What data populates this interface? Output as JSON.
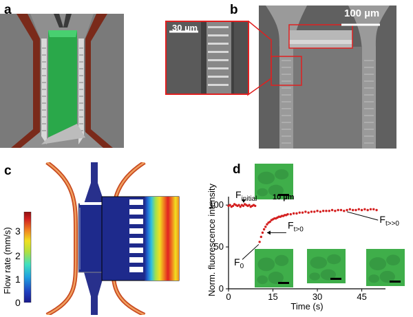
{
  "panel_labels": {
    "a": "a",
    "b": "b",
    "c": "c",
    "d": "d"
  },
  "panel_b": {
    "scale_main": "100 µm",
    "scale_inset": "30 µm"
  },
  "panel_c": {
    "colorbar_label": "Flow rate (mm/s)",
    "colorbar_ticks": [
      "0",
      "1",
      "2",
      "3"
    ],
    "colormap": [
      "#1a1a8c",
      "#2040c0",
      "#20a0e0",
      "#40e0c0",
      "#b0e040",
      "#f0e020",
      "#f08020",
      "#d02020",
      "#901010"
    ]
  },
  "panel_d": {
    "ylabel": "Norm. fluorescence intensity",
    "xlabel": "Time (s)",
    "scale_label": "10 µm",
    "annotations": {
      "f_initial_main": "F",
      "f_initial_sub": "initial",
      "f0_main": "F",
      "f0_sub": "0",
      "ft0_main": "F",
      "ft0_sub": "t>0",
      "ftt_main": "F",
      "ftt_sub": "t>>0"
    }
  },
  "chart_data": {
    "type": "scatter",
    "title": "",
    "xlabel": "Time (s)",
    "ylabel": "Norm. fluorescence intensity",
    "xlim": [
      0,
      53
    ],
    "ylim": [
      0,
      110
    ],
    "xticks": [
      "0",
      "15",
      "30",
      "45"
    ],
    "yticks": [
      "0",
      "50",
      "100"
    ],
    "marker_color": "#d42020",
    "series": [
      {
        "x": [
          0,
          0.5,
          1,
          1.5,
          2,
          2.5,
          3,
          3.5,
          4,
          4.5,
          5,
          5.5,
          6,
          6.5,
          7,
          7.5,
          8,
          8.5,
          9,
          10.5,
          11,
          11.5,
          12,
          12.5,
          13,
          13.5,
          14,
          14.5,
          15,
          15.5,
          16,
          16.5,
          17,
          17.5,
          18,
          18.5,
          19,
          19.5,
          20,
          21,
          22,
          23,
          24,
          25,
          26,
          27,
          28,
          29,
          30,
          31,
          32,
          33,
          34,
          35,
          36,
          37,
          38,
          39,
          40,
          41,
          42,
          43,
          44,
          45,
          46,
          47,
          48,
          49,
          50
        ],
        "y": [
          99,
          100,
          98,
          99,
          101,
          100,
          99,
          100,
          98,
          100,
          99,
          101,
          100,
          99,
          100,
          98,
          99,
          100,
          99,
          56,
          62,
          67,
          71,
          74,
          77,
          79,
          80,
          82,
          83,
          84,
          84,
          85,
          86,
          86,
          87,
          87,
          88,
          88,
          89,
          89,
          90,
          90,
          91,
          91,
          92,
          91,
          92,
          92,
          93,
          92,
          93,
          93,
          93,
          94,
          93,
          94,
          94,
          93,
          94,
          95,
          94,
          94,
          95,
          94,
          95,
          94,
          95,
          95,
          94
        ]
      }
    ]
  }
}
